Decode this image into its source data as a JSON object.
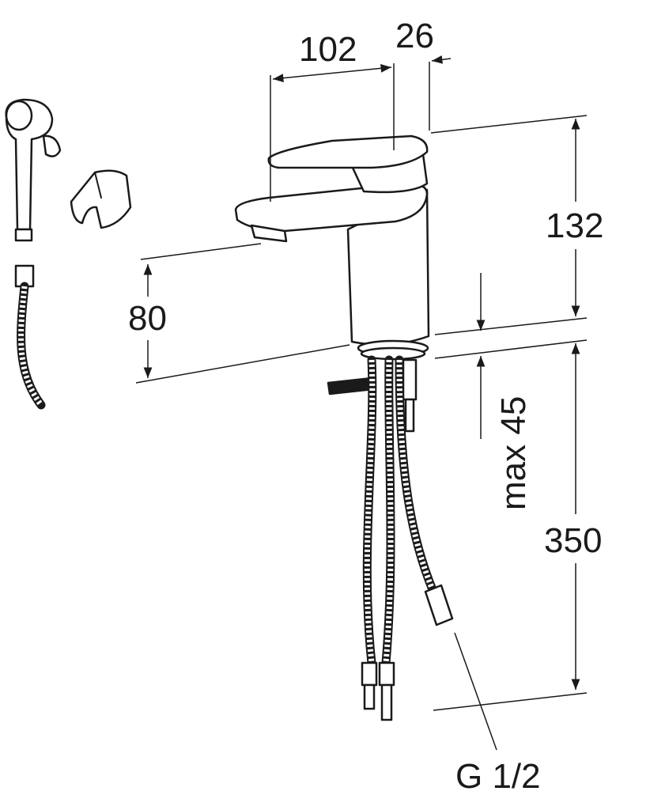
{
  "dimensions": {
    "spout_reach": "102",
    "lever_offset": "26",
    "height": "132",
    "spout_clearance": "80",
    "max_deck_thickness": "max 45",
    "hose_length": "350",
    "connection_thread": "G 1/2"
  },
  "colors": {
    "line": "#1a1a1a",
    "background": "#ffffff"
  }
}
